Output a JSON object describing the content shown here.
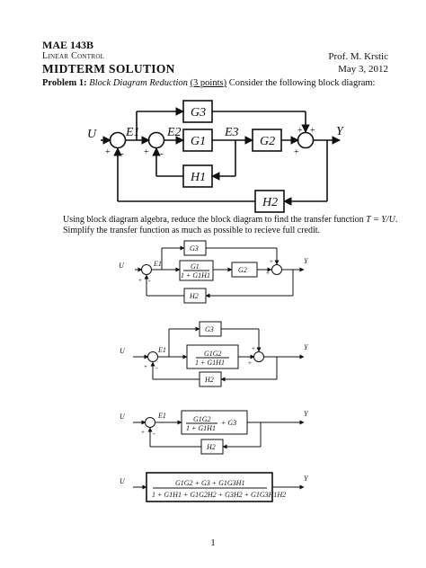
{
  "header": {
    "course": "MAE 143B",
    "course_name": "Linear Control",
    "instructor": "Prof. M. Krstic",
    "doc_title": "MIDTERM SOLUTION",
    "date": "May 3, 2012"
  },
  "problem": {
    "label": "Problem 1:",
    "topic": "Block Diagram Reduction",
    "points": "(3 points)",
    "prompt": "Consider the following block diagram:"
  },
  "instructions": {
    "line1_start": "Using block diagram algebra, reduce the block diagram to find the transfer function ",
    "line1_eq": "T = Y/U",
    "line1_end": ".",
    "line2": "Simplify the transfer function as much as possible to recieve full credit."
  },
  "diagram1": {
    "labels": {
      "U": "U",
      "E1": "E1",
      "E2": "E2",
      "E3": "E3",
      "Y": "Y"
    },
    "blocks": {
      "G3": "G3",
      "G1": "G1",
      "G2": "G2",
      "H1": "H1",
      "H2": "H2"
    }
  },
  "step1": {
    "blocks": {
      "G3": "G3",
      "G1_num": "G1",
      "G1_den": "1 + G1H1",
      "G2": "G2",
      "H2": "H2"
    },
    "labels": {
      "U": "U",
      "E1": "E1",
      "Y": "Y"
    }
  },
  "step2": {
    "blocks": {
      "G3": "G3",
      "num": "G1G2",
      "den": "1 + G1H1",
      "H2": "H2"
    },
    "labels": {
      "U": "U",
      "E1": "E1",
      "Y": "Y"
    }
  },
  "step3": {
    "blocks": {
      "num": "G1G2",
      "den": "1 + G1H1",
      "plus_G3": "+ G3",
      "H2": "H2"
    },
    "labels": {
      "U": "U",
      "E1": "E1",
      "Y": "Y"
    }
  },
  "step4": {
    "blocks": {
      "num": "G1G2 + G3 + G1G3H1",
      "den": "1 + G1H1 + G1G2H2 + G3H2 + G1G3H1H2"
    },
    "labels": {
      "U": "U",
      "Y": "Y"
    }
  },
  "footer": {
    "page_number": "1"
  }
}
